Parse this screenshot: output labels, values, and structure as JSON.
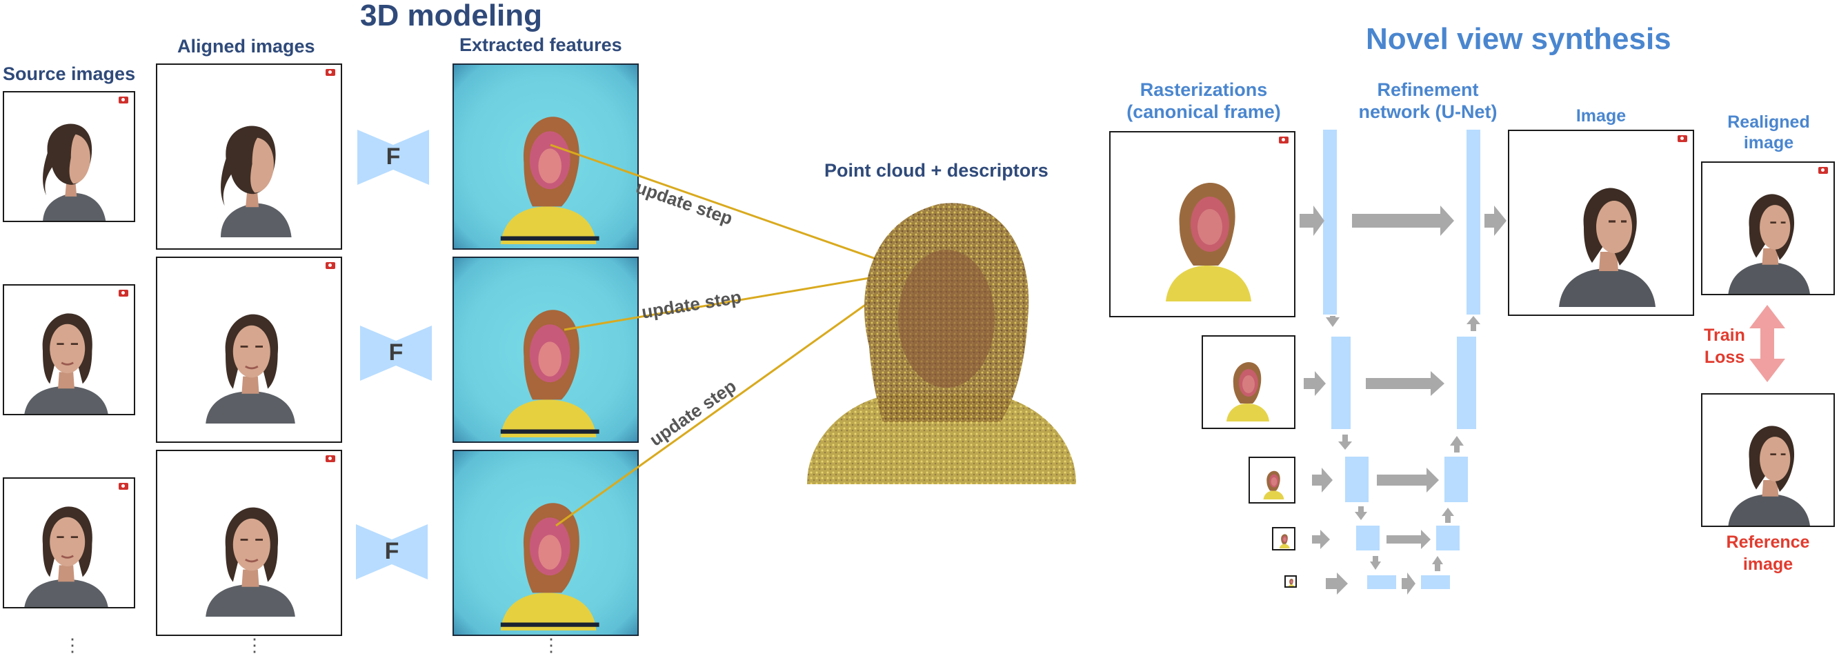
{
  "modeling": {
    "title": "3D modeling",
    "source_label": "Source images",
    "aligned_label": "Aligned images",
    "features_label": "Extracted features",
    "f_label": "F",
    "update_label": "update step",
    "pointcloud_label": "Point cloud + descriptors",
    "dots": "⋮"
  },
  "synthesis": {
    "title": "Novel view synthesis",
    "raster_label_1": "Rasterizations",
    "raster_label_2": "(canonical frame)",
    "refine_label_1": "Refinement",
    "refine_label_2": "network (U-Net)",
    "image_label": "Image",
    "realigned_label_1": "Realigned",
    "realigned_label_2": "image",
    "train_label_1": "Train",
    "train_label_2": "Loss",
    "reference_label_1": "Reference",
    "reference_label_2": "image"
  },
  "colors": {
    "dark_title": "#2f4a7a",
    "blue_title": "#4a86cf",
    "loss_red": "#e23b2e",
    "unet_bar": "#b7dcff",
    "update_line": "#d9aa1e",
    "arrow_gray": "#a9a9a9"
  }
}
